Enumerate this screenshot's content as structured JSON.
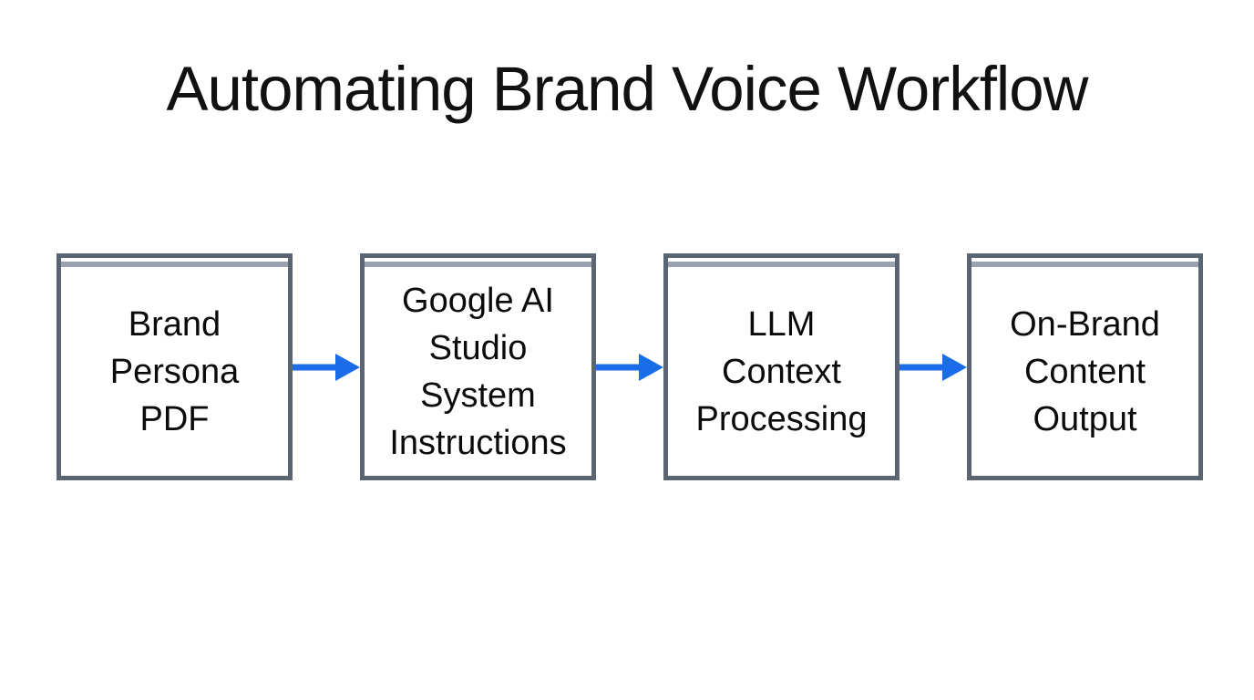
{
  "title": "Automating Brand Voice Workflow",
  "flow": {
    "steps": [
      {
        "label": "Brand\nPersona\nPDF"
      },
      {
        "label": "Google AI\nStudio\nSystem\nInstructions"
      },
      {
        "label": "LLM\nContext\nProcessing"
      },
      {
        "label": "On-Brand\nContent\nOutput"
      }
    ]
  },
  "colors": {
    "background": "#ffffff",
    "title_text": "#111111",
    "box_border": "#5b6471",
    "box_header_strip": "#99a1ae",
    "box_fill": "#ffffff",
    "box_text": "#0b0b0b",
    "arrow": "#1a6ce8"
  }
}
